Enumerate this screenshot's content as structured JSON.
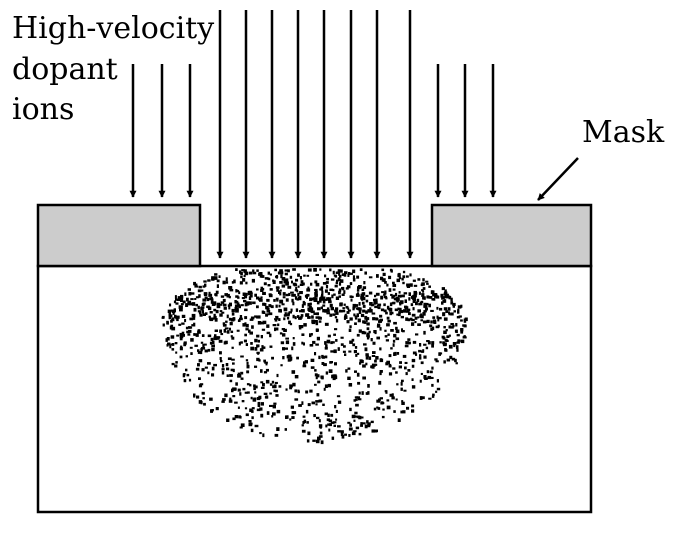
{
  "labels": {
    "ions_line1": "High-velocity",
    "ions_line2": "dopant",
    "ions_line3": "ions",
    "mask": "Mask"
  },
  "colors": {
    "mask_fill": "#cccccc",
    "outline": "#000000",
    "dots": "#000000",
    "background": "#ffffff"
  },
  "icons": {
    "ion_arrow": "down-arrow-icon",
    "mask_pointer": "arrow-icon"
  }
}
